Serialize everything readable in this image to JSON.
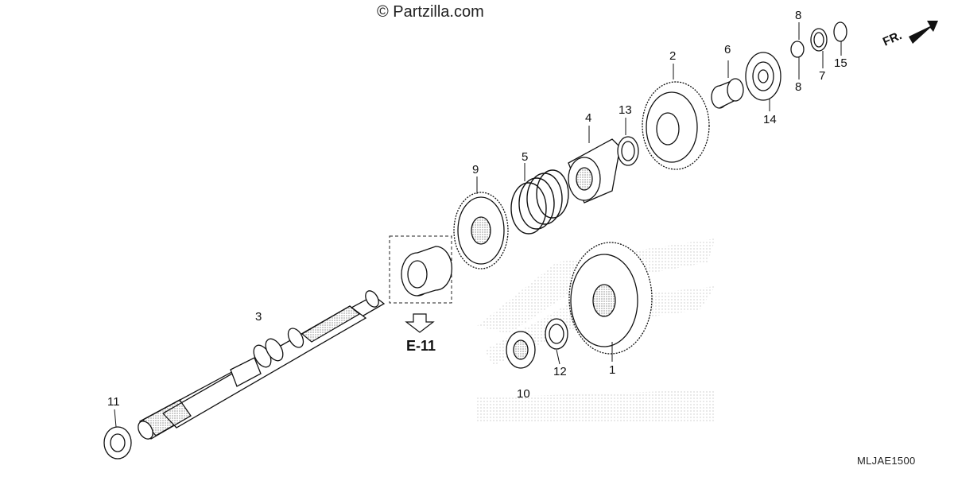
{
  "copyright": "© Partzilla.com",
  "diagram_code": "MLJAE1500",
  "section_ref": "E-11",
  "front_indicator": "FR.",
  "callouts": [
    {
      "id": "1",
      "label": "1"
    },
    {
      "id": "2",
      "label": "2"
    },
    {
      "id": "3",
      "label": "3"
    },
    {
      "id": "4",
      "label": "4"
    },
    {
      "id": "5",
      "label": "5"
    },
    {
      "id": "6",
      "label": "6"
    },
    {
      "id": "7",
      "label": "7"
    },
    {
      "id": "8a",
      "label": "8"
    },
    {
      "id": "8b",
      "label": "8"
    },
    {
      "id": "9",
      "label": "9"
    },
    {
      "id": "10",
      "label": "10"
    },
    {
      "id": "11",
      "label": "11"
    },
    {
      "id": "12",
      "label": "12"
    },
    {
      "id": "13",
      "label": "13"
    },
    {
      "id": "14",
      "label": "14"
    },
    {
      "id": "15",
      "label": "15"
    }
  ]
}
